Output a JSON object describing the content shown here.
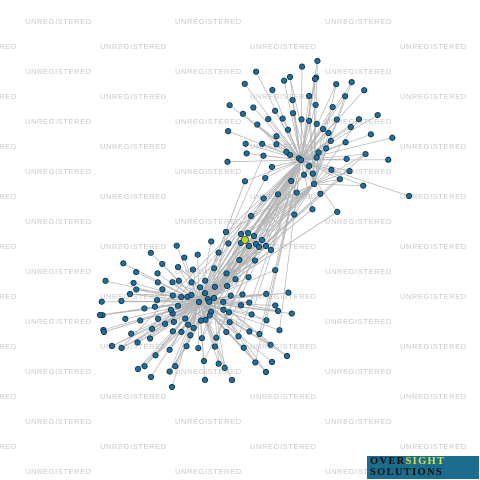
{
  "watermark": {
    "text": "UNREGISTERED",
    "color": "#c8c8c8",
    "count": 95
  },
  "network": {
    "edge_color": "#b4b4b4",
    "node_color": "#1f6f9a",
    "highlight_node_color": "#b4d43a",
    "hubs": [
      {
        "name": "upper-cluster",
        "leaf_count": 72
      },
      {
        "name": "lower-cluster",
        "leaf_count": 105
      },
      {
        "name": "center-group",
        "leaf_count": 10
      }
    ]
  },
  "logo": {
    "line1_part1": "OVER",
    "line1_part2": "SIGHT",
    "line2": "SOLUTIONS",
    "background": "#1b6c8d",
    "accent": "#d8e23a"
  }
}
